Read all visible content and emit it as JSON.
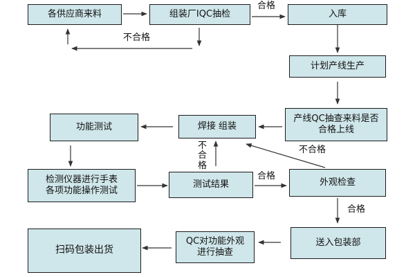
{
  "colors": {
    "box_fill": "#cfe6ea",
    "box_border": "#1a1a1a",
    "arrow": "#333333"
  },
  "nodes": {
    "supplier": "各供应商来料",
    "iqc": "组装厂IQC抽检",
    "storage": "入库",
    "plan": "计划产线生产",
    "line_qc": "产线QC抽查来料是否\n合格上线",
    "weld": "焊接 组装",
    "func_test": "功能测试",
    "instrument": "检测仪器进行手表\n各项功能操作测试",
    "result": "测试结果",
    "appearance": "外观检查",
    "packing": "送入包装部",
    "final_qc": "QC对功能外观\n进行抽查",
    "ship": "扫码包装出货"
  },
  "edge_labels": {
    "iqc_pass": "合格",
    "iqc_fail": "不合格",
    "result_fail": "不\n合\n格",
    "result_pass": "合格",
    "appearance_fail": "不合格",
    "appearance_pass": "合格"
  }
}
